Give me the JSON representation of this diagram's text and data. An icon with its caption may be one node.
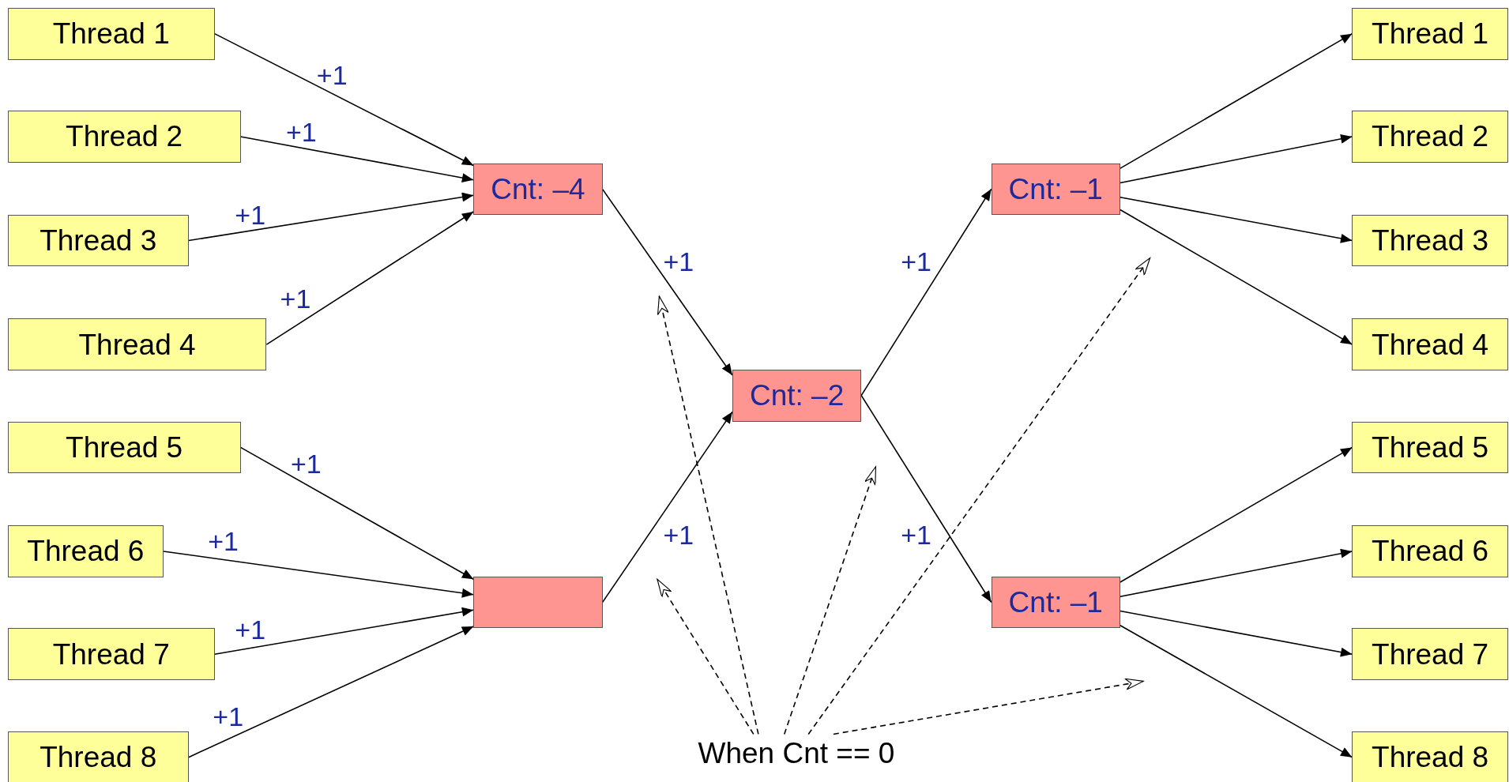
{
  "diagram": {
    "nodes": [
      {
        "text": [
          "Thread 1"
        ]
      },
      {
        "text": [
          "Thread 2"
        ]
      },
      {
        "text": [
          "Thread 3"
        ]
      },
      {
        "text": [
          "Thread 4"
        ]
      },
      {
        "text": [
          "Thread 5"
        ]
      },
      {
        "text": [
          "Thread 6"
        ]
      },
      {
        "text": [
          "Thread 7"
        ]
      },
      {
        "text": [
          "Thread 8"
        ]
      },
      {
        "text": [
          "Cnt: –4"
        ]
      },
      {
        "text": [],
        "shape": "box"
      },
      {
        "text": [
          "Cnt: –2"
        ]
      },
      {
        "text": [
          "Cnt: –1"
        ]
      },
      {
        "text": [
          "Cnt: –1"
        ]
      },
      {
        "text": [
          "Thread 1"
        ]
      },
      {
        "text": [
          "Thread 2"
        ]
      },
      {
        "text": [
          "Thread 3"
        ]
      },
      {
        "text": [
          "Thread 4"
        ]
      },
      {
        "text": [
          "Thread 5"
        ]
      },
      {
        "text": [
          "Thread 6"
        ]
      },
      {
        "text": [
          "Thread 7"
        ]
      },
      {
        "text": [
          "Thread 8"
        ]
      },
      {
        "text": [
          "When Cnt == 0"
        ]
      }
    ],
    "edges": [
      {
        "from": 0,
        "to": 8,
        "arrow": "to",
        "label": "+1"
      },
      {
        "from": 1,
        "to": 8,
        "arrow": "to",
        "label": "+1"
      },
      {
        "from": 2,
        "to": 8,
        "arrow": "to",
        "label": "+1"
      },
      {
        "from": 3,
        "to": 8,
        "arrow": "to",
        "label": "+1"
      },
      {
        "from": 4,
        "to": 9,
        "arrow": "to",
        "label": "+1"
      },
      {
        "from": 5,
        "to": 9,
        "arrow": "to",
        "label": "+1"
      },
      {
        "from": 6,
        "to": 9,
        "arrow": "to",
        "label": "+1"
      },
      {
        "from": 7,
        "to": 9,
        "arrow": "to",
        "label": "+1"
      },
      {
        "from": 8,
        "to": 10,
        "arrow": "to",
        "label": "+1"
      },
      {
        "from": 9,
        "to": 10,
        "arrow": "to",
        "label": "+1"
      },
      {
        "from": 10,
        "to": 11,
        "arrow": "to",
        "label": "+1"
      },
      {
        "from": 10,
        "to": 12,
        "arrow": "to",
        "label": "+1"
      },
      {
        "from": 11,
        "to": 13,
        "arrow": "to"
      },
      {
        "from": 11,
        "to": 14,
        "arrow": "to"
      },
      {
        "from": 11,
        "to": 15,
        "arrow": "to"
      },
      {
        "from": 11,
        "to": 16,
        "arrow": "to"
      },
      {
        "from": 12,
        "to": 17,
        "arrow": "to"
      },
      {
        "from": 12,
        "to": 18,
        "arrow": "to"
      },
      {
        "from": 12,
        "to": 19,
        "arrow": "to"
      },
      {
        "from": 12,
        "to": 20,
        "arrow": "to"
      },
      {
        "from": 21,
        "to": null,
        "arrow": "to",
        "style": "dashed"
      },
      {
        "from": 21,
        "to": null,
        "arrow": "to",
        "style": "dashed"
      },
      {
        "from": 21,
        "to": null,
        "arrow": "to",
        "style": "dashed"
      },
      {
        "from": 21,
        "to": null,
        "arrow": "to",
        "style": "dashed"
      },
      {
        "from": 21,
        "to": null,
        "arrow": "to",
        "style": "dashed"
      }
    ]
  }
}
